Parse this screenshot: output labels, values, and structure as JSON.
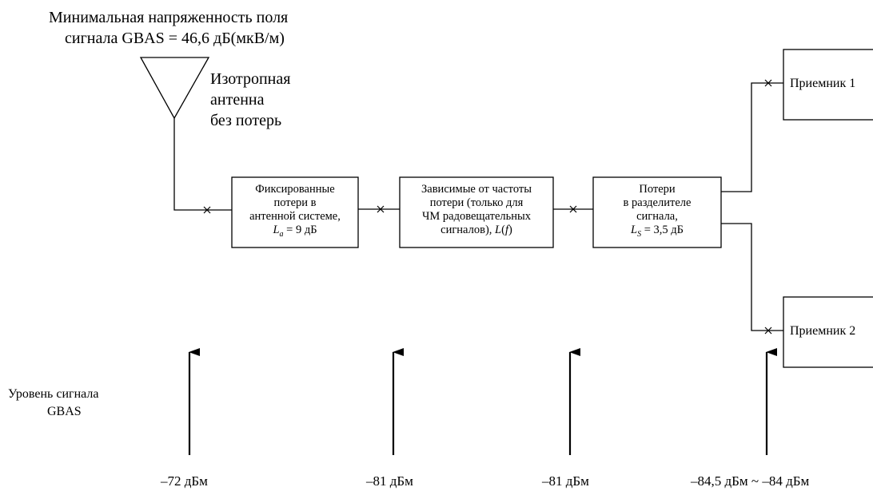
{
  "field_strength": {
    "line1": "Минимальная напряженность поля",
    "line2": "сигнала GBAS = 46,6 дБ(мкВ/м)"
  },
  "antenna": {
    "line1": "Изотропная",
    "line2": "антенна",
    "line3": "без потерь"
  },
  "boxes": {
    "fixed_losses": {
      "line1": "Фиксированные",
      "line2": "потери в",
      "line3": "антенной системе,",
      "formula_var": "L",
      "formula_sub": "a",
      "formula_rest": " = 9 дБ"
    },
    "freq_losses": {
      "line1": "Зависимые от частоты",
      "line2": "потери (только для",
      "line3": "ЧМ радовещательных",
      "line4_pre": "сигналов), ",
      "line4_var": "L",
      "line4_post": "(",
      "line4_f": "f",
      "line4_end": ")"
    },
    "splitter_losses": {
      "line1": "Потери",
      "line2": "в разделителе",
      "line3": "сигнала,",
      "formula_var": "L",
      "formula_sub": "S",
      "formula_rest": " = 3,5 дБ"
    },
    "receiver1": {
      "label": "Приемник 1"
    },
    "receiver2": {
      "label": "Приемник 2"
    }
  },
  "signal_level": {
    "line1": "Уровень сигнала",
    "line2": "GBAS"
  },
  "levels": [
    "–72 дБм",
    "–81 дБм",
    "–81 дБм",
    "–84,5 дБм ~ –84 дБм"
  ]
}
